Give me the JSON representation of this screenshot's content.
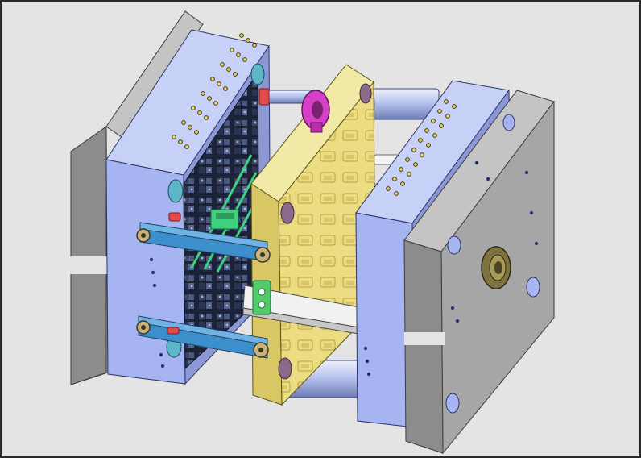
{
  "caption": "",
  "colors": {
    "background": "#e4e4e4",
    "fixed_plate": "#a7b4f2",
    "fixed_plate_side": "#8c98d6",
    "clamp_plate": "#8c8c8c",
    "clamp_plate_light": "#a6a6a6",
    "stripper_plate": "#ecdd82",
    "stripper_plate_side": "#d9c766",
    "guide_pin": "#b8c4ef",
    "cavity_dark": "#1c2338",
    "cavity_green": "#3fd17e",
    "link_bar": "#3d8fcc",
    "puller_magenta": "#d63fc8",
    "puller_green": "#52c96a",
    "sprue_bushing": "#7d7340",
    "latch_bar": "#f1f1f1",
    "stop_red": "#e34a4a"
  },
  "components": [
    {
      "name": "cavity-plate",
      "icon": "blue-plate"
    },
    {
      "name": "stripper-plate",
      "icon": "yellow-plate"
    },
    {
      "name": "core-plate",
      "icon": "blue-plate"
    },
    {
      "name": "clamp-plate-rear",
      "icon": "grey-plate"
    },
    {
      "name": "clamp-plate-front",
      "icon": "grey-plate"
    },
    {
      "name": "guide-pillars",
      "icon": "cylinder"
    },
    {
      "name": "link-bars",
      "icon": "belt-link"
    },
    {
      "name": "latch-lock",
      "icon": "latch"
    },
    {
      "name": "puller-clamp",
      "icon": "ring"
    },
    {
      "name": "locating-ring",
      "icon": "ring"
    }
  ]
}
